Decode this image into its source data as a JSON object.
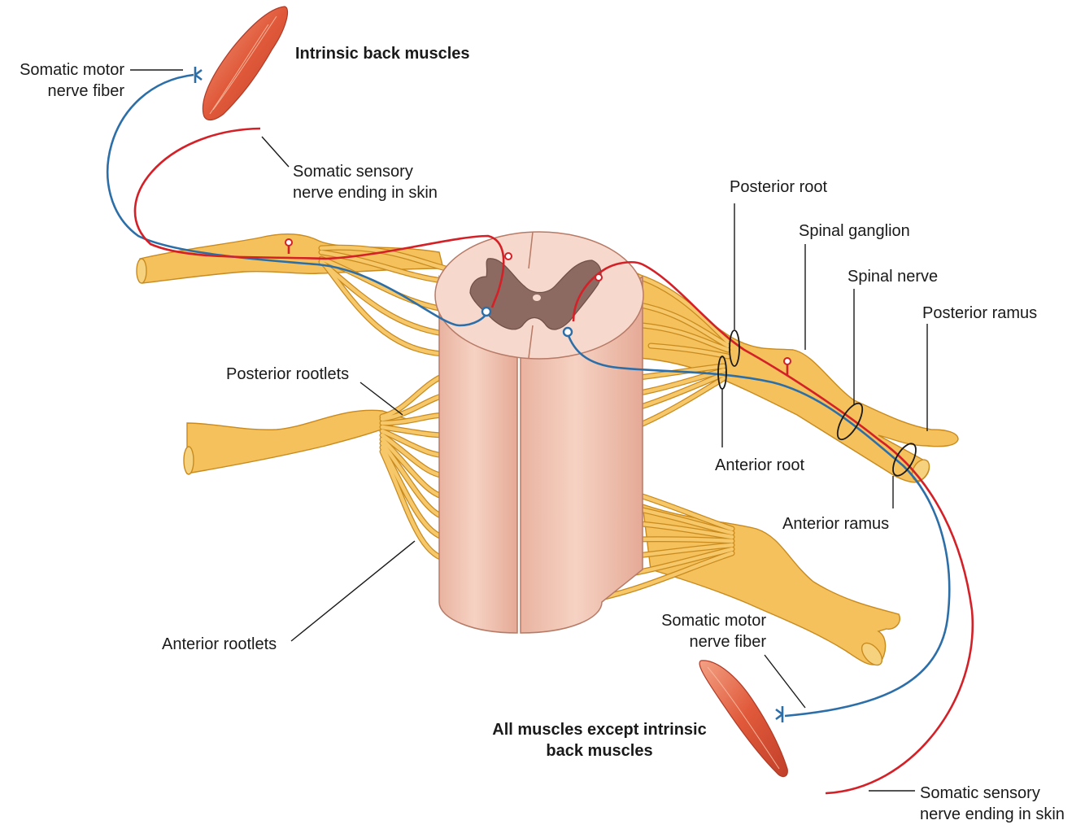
{
  "labels": {
    "intrinsic_back_muscles": "Intrinsic back muscles",
    "somatic_motor_top_1": "Somatic motor",
    "somatic_motor_top_2": "nerve fiber",
    "somatic_sensory_top_1": "Somatic sensory",
    "somatic_sensory_top_2": "nerve ending in skin",
    "posterior_root": "Posterior root",
    "spinal_ganglion": "Spinal ganglion",
    "spinal_nerve": "Spinal nerve",
    "posterior_ramus": "Posterior ramus",
    "posterior_rootlets": "Posterior rootlets",
    "anterior_root": "Anterior root",
    "anterior_ramus": "Anterior ramus",
    "anterior_rootlets": "Anterior rootlets",
    "somatic_motor_bottom_1": "Somatic motor",
    "somatic_motor_bottom_2": "nerve fiber",
    "all_muscles_1": "All muscles except intrinsic",
    "all_muscles_2": "back muscles",
    "somatic_sensory_bottom_1": "Somatic sensory",
    "somatic_sensory_bottom_2": "nerve ending in skin"
  },
  "colors": {
    "nerve": "#f4c15c",
    "motor_fiber": "#2c6ea8",
    "sensory_fiber": "#d42027",
    "spinal_cord": "#f1c6b4",
    "muscle": "#e06a45"
  }
}
